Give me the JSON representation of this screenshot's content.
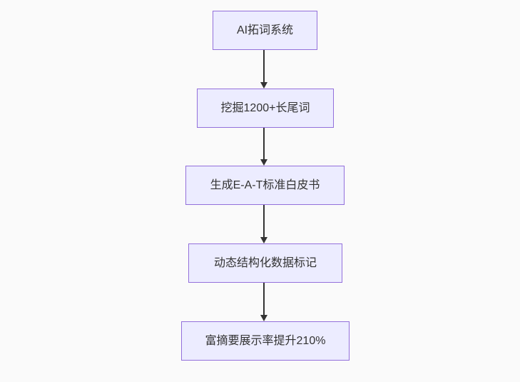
{
  "flowchart": {
    "type": "flowchart",
    "direction": "top-down",
    "nodes": [
      {
        "id": "n1",
        "label": "AI拓词系统"
      },
      {
        "id": "n2",
        "label": "挖掘1200+长尾词"
      },
      {
        "id": "n3",
        "label": "生成E-A-T标准白皮书"
      },
      {
        "id": "n4",
        "label": "动态结构化数据标记"
      },
      {
        "id": "n5",
        "label": "富摘要展示率提升210%"
      }
    ],
    "edges": [
      {
        "from": "n1",
        "to": "n2",
        "style": "arrow"
      },
      {
        "from": "n2",
        "to": "n3",
        "style": "arrow"
      },
      {
        "from": "n3",
        "to": "n4",
        "style": "arrow"
      },
      {
        "from": "n4",
        "to": "n5",
        "style": "arrow"
      }
    ],
    "colors": {
      "background": "#fafafa",
      "node_fill": "#ECECFF",
      "node_border": "#9370DB",
      "node_text": "#333333",
      "arrow": "#333333"
    }
  }
}
